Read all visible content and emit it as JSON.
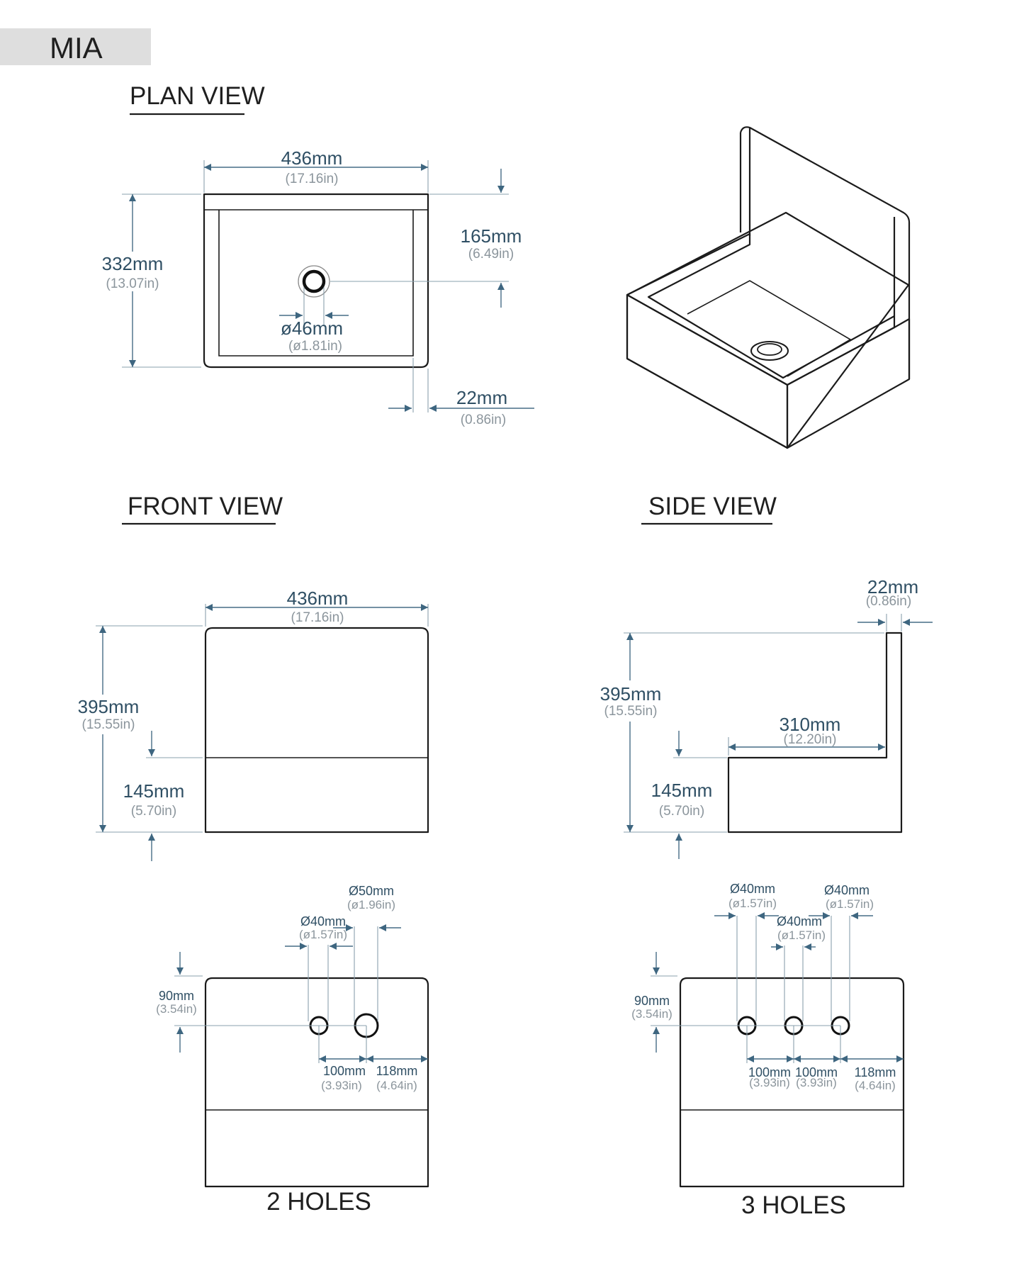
{
  "badge": {
    "label": "MIA"
  },
  "colors": {
    "dimension": "#2f4f64",
    "imperial": "#8b959c",
    "badge_bg": "#dedede",
    "line": "#1b1b1b"
  },
  "plan_view": {
    "title": "PLAN VIEW",
    "width": {
      "mm": "436mm",
      "in": "(17.16in)"
    },
    "depth": {
      "mm": "332mm",
      "in": "(13.07in)"
    },
    "drain_offset": {
      "mm": "165mm",
      "in": "(6.49in)"
    },
    "drain_diameter": {
      "mm": "ø46mm",
      "in": "(ø1.81in)"
    },
    "wall": {
      "mm": "22mm",
      "in": "(0.86in)"
    }
  },
  "isometric": {
    "icon": "sink-isometric-icon"
  },
  "front_view": {
    "title": "FRONT VIEW",
    "width": {
      "mm": "436mm",
      "in": "(17.16in)"
    },
    "height": {
      "mm": "395mm",
      "in": "(15.55in)"
    },
    "basin_height": {
      "mm": "145mm",
      "in": "(5.70in)"
    }
  },
  "side_view": {
    "title": "SIDE VIEW",
    "wall": {
      "mm": "22mm",
      "in": "(0.86in)"
    },
    "height": {
      "mm": "395mm",
      "in": "(15.55in)"
    },
    "depth": {
      "mm": "310mm",
      "in": "(12.20in)"
    },
    "basin_height": {
      "mm": "145mm",
      "in": "(5.70in)"
    }
  },
  "two_holes": {
    "title": "2 HOLES",
    "hole_large": {
      "mm": "Ø50mm",
      "in": "(ø1.96in)"
    },
    "hole_small": {
      "mm": "Ø40mm",
      "in": "(ø1.57in)"
    },
    "height": {
      "mm": "90mm",
      "in": "(3.54in)"
    },
    "spacing": {
      "mm": "100mm",
      "in": "(3.93in)"
    },
    "edge": {
      "mm": "118mm",
      "in": "(4.64in)"
    }
  },
  "three_holes": {
    "title": "3 HOLES",
    "hole_left": {
      "mm": "Ø40mm",
      "in": "(ø1.57in)"
    },
    "hole_right": {
      "mm": "Ø40mm",
      "in": "(ø1.57in)"
    },
    "hole_middle": {
      "mm": "Ø40mm",
      "in": "(ø1.57in)"
    },
    "height": {
      "mm": "90mm",
      "in": "(3.54in)"
    },
    "spacing_a": {
      "mm": "100mm",
      "in": "(3.93in)"
    },
    "spacing_b": {
      "mm": "100mm",
      "in": "(3.93in)"
    },
    "edge": {
      "mm": "118mm",
      "in": "(4.64in)"
    }
  }
}
